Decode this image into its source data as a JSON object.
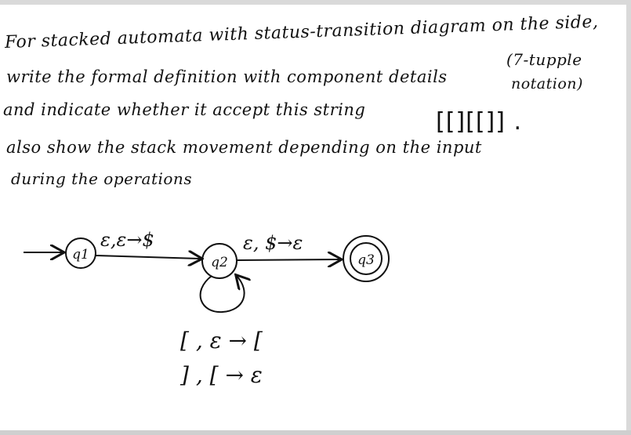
{
  "question": {
    "lines": [
      "For stacked automata with status-transition diagram on the side,",
      "write the formal definition with component details",
      "(7-tupple",
      "notation)",
      "and indicate whether it accept this string",
      "[[][[]] .",
      "also show the stack movement depending on the input",
      "during the operations"
    ]
  },
  "diagram": {
    "states": {
      "q1": "q1",
      "q2": "q2",
      "q3": "q3"
    },
    "transitions": {
      "q1_to_q2": "ε,ε→$",
      "q2_to_q3": "ε, $→ε"
    },
    "self_loop": {
      "rule1": "[ , ε → [",
      "rule2": "] , [ → ε"
    }
  }
}
